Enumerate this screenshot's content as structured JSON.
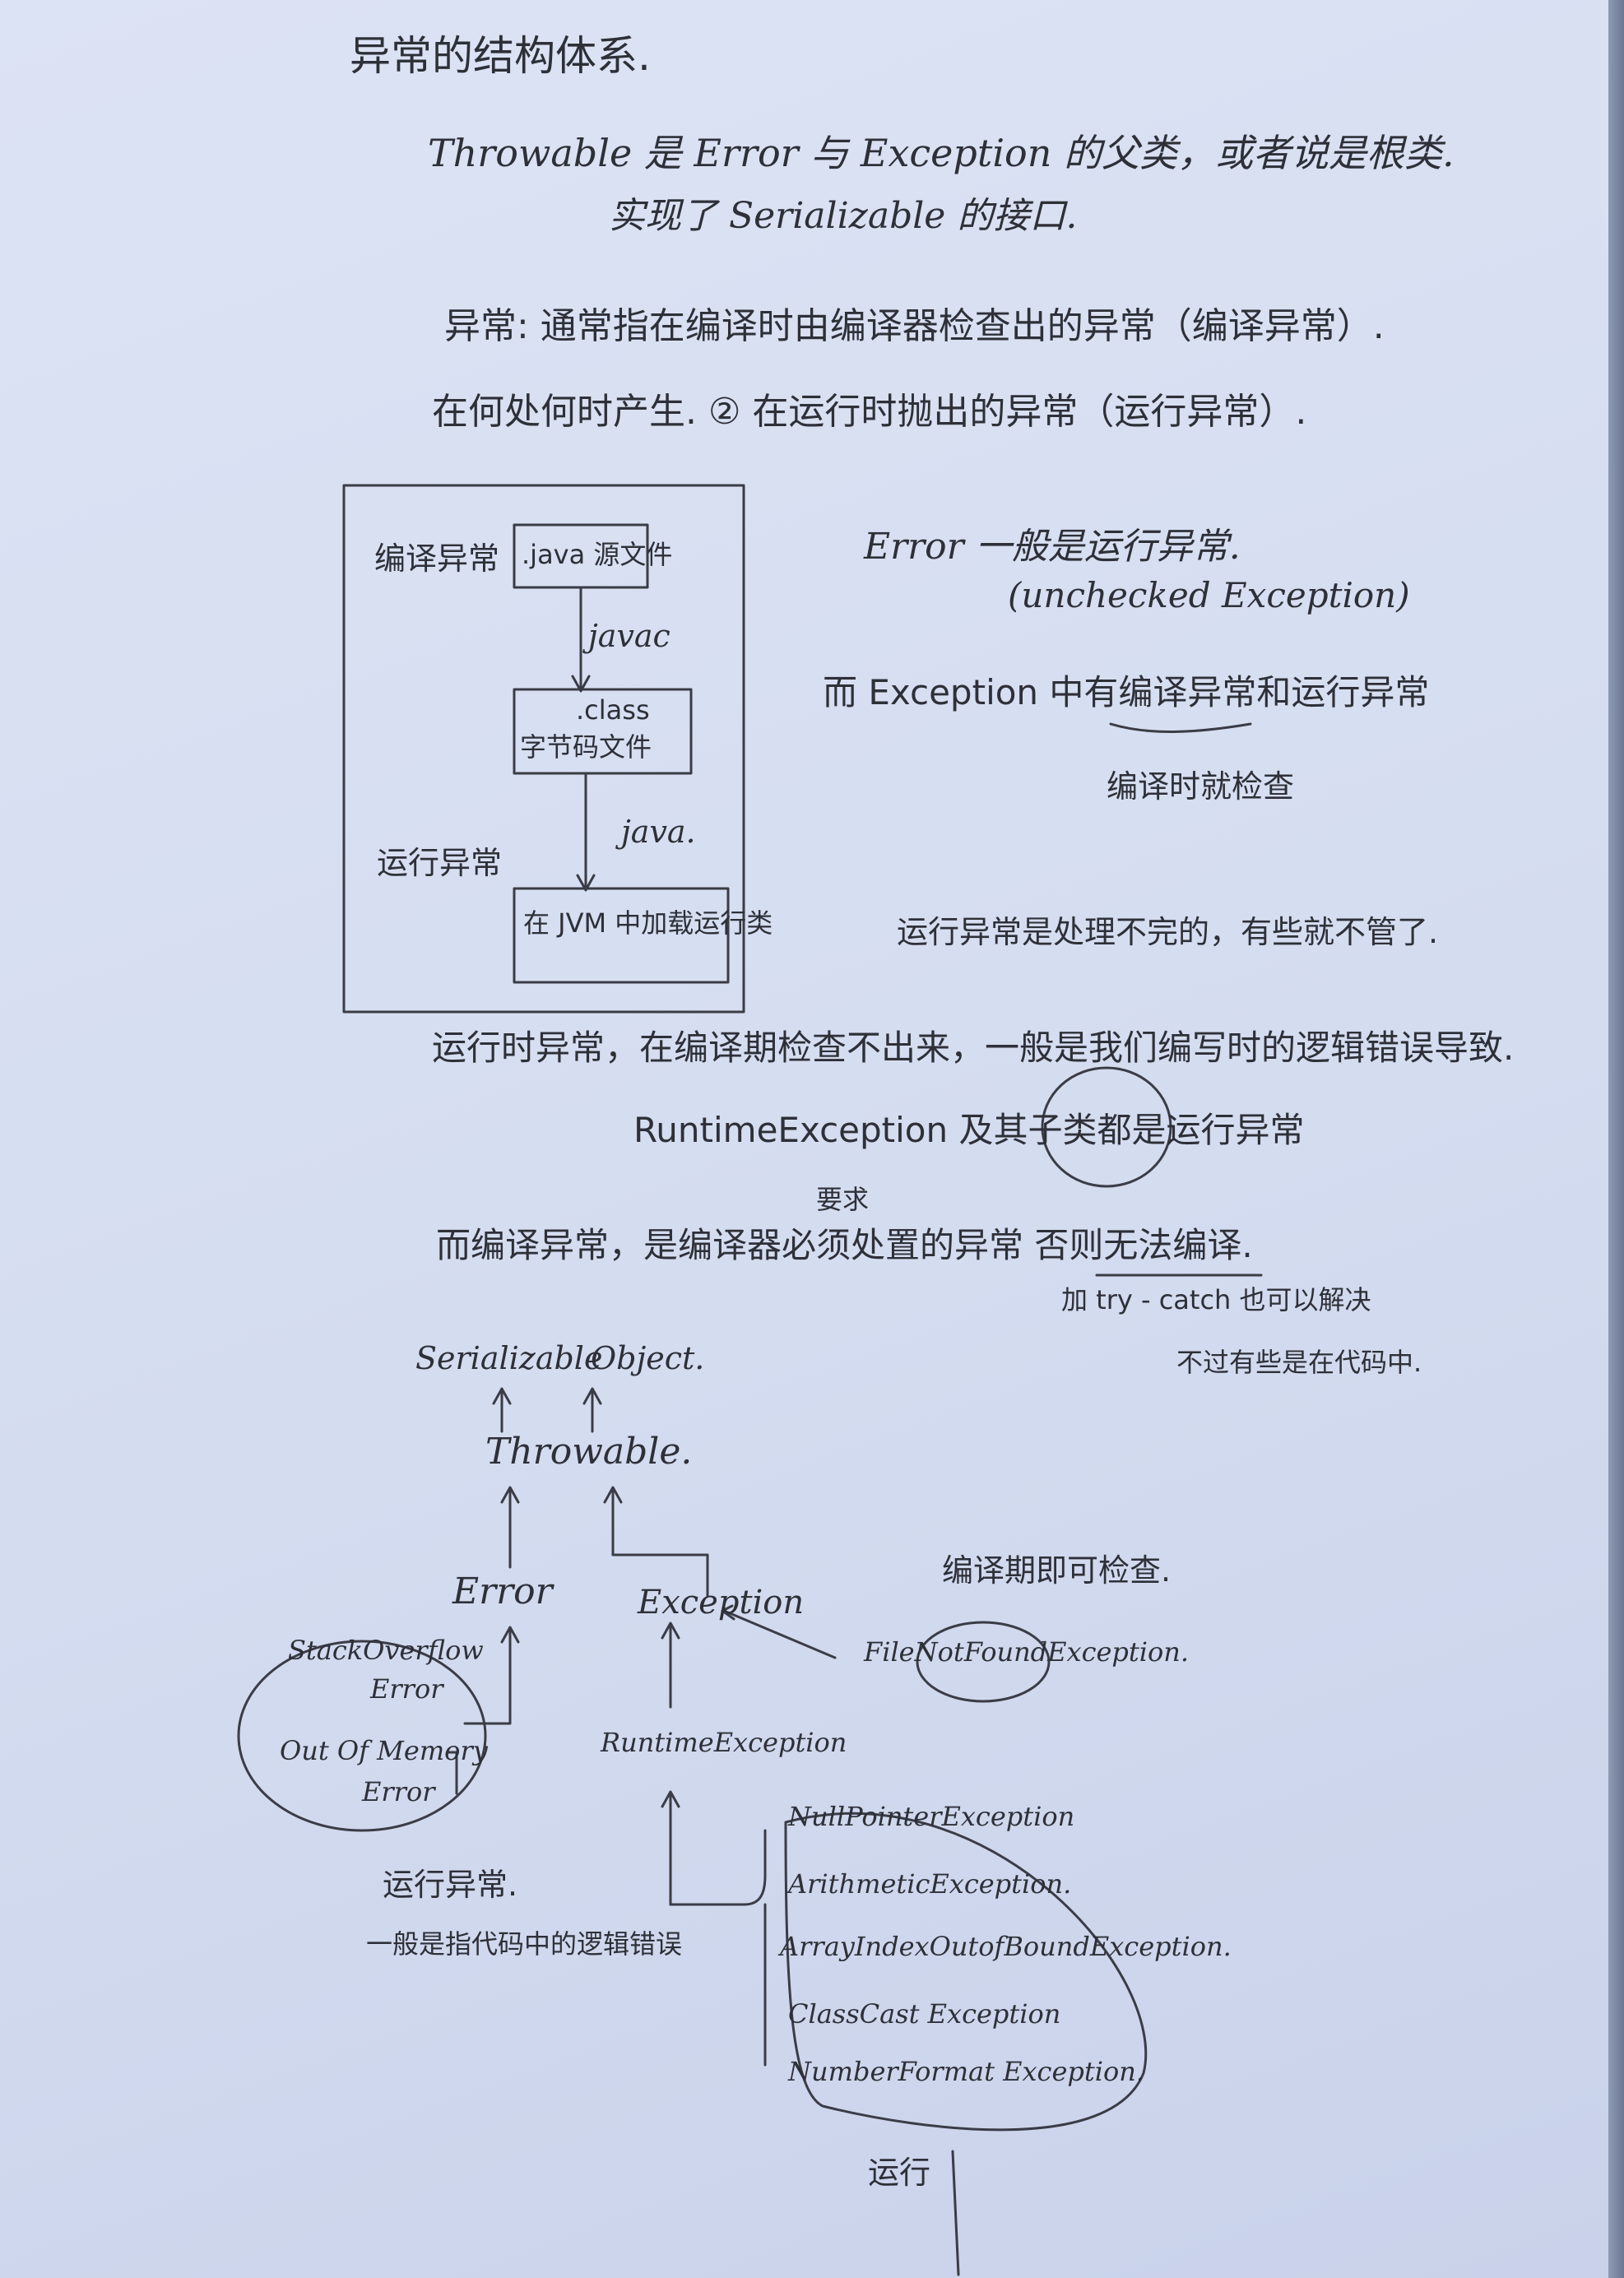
{
  "title": "异常的结构体系.",
  "intro": {
    "line1": "Throwable 是 Error 与 Exception 的父类，或者说是根类.",
    "line2": "实现了 Serializable 的接口."
  },
  "definition": {
    "line1": "异常: 通常指在编译时由编译器检查出的异常（编译异常）.",
    "line2": "在何处何时产生. ② 在运行时抛出的异常（运行异常）."
  },
  "flow": {
    "compile_label": "编译异常",
    "runtime_label": "运行异常",
    "box1": ".java 源文件",
    "arrow1": "javac",
    "box2_line1": ".class",
    "box2_line2": "字节码文件",
    "arrow2": "java.",
    "box3": "在 JVM 中加载运行类"
  },
  "notes": {
    "error_line1": "Error 一般是运行异常.",
    "error_line2": "(unchecked Exception)",
    "exception_line": "而 Exception 中有编译异常和运行异常",
    "compile_check": "编译时就检查",
    "runtime_note": "运行异常是处理不完的，有些就不管了.",
    "runtime_desc": "运行时异常，在编译期检查不出来，一般是我们编写时的逻辑错误导致.",
    "runtime_class": "RuntimeException 及其子类都是运行异常",
    "compile_desc": "而编译异常，是编译器必须处置的异常 否则无法编译.",
    "compile_req": "要求",
    "try_catch_1": "加 try - catch 也可以解决",
    "try_catch_2": "不过有些是在代码中."
  },
  "tree": {
    "serializable": "Serializable",
    "object": "Object.",
    "throwable": "Throwable.",
    "error": "Error",
    "exception": "Exception",
    "compile_check": "编译期即可检查.",
    "file_not_found": "FileNotFoundException.",
    "stack_overflow_1": "StackOverflow",
    "stack_overflow_2": "Error",
    "out_of_memory_1": "Out Of Memory",
    "out_of_memory_2": "Error",
    "runtime_exception": "RuntimeException",
    "runtime_label": "运行异常.",
    "runtime_desc": "一般是指代码中的逻辑错误",
    "children": [
      "NullPointerException",
      "ArithmeticException.",
      "ArrayIndexOutofBoundException.",
      "ClassCast Exception",
      "NumberFormat Exception."
    ],
    "children_label": "运行"
  }
}
